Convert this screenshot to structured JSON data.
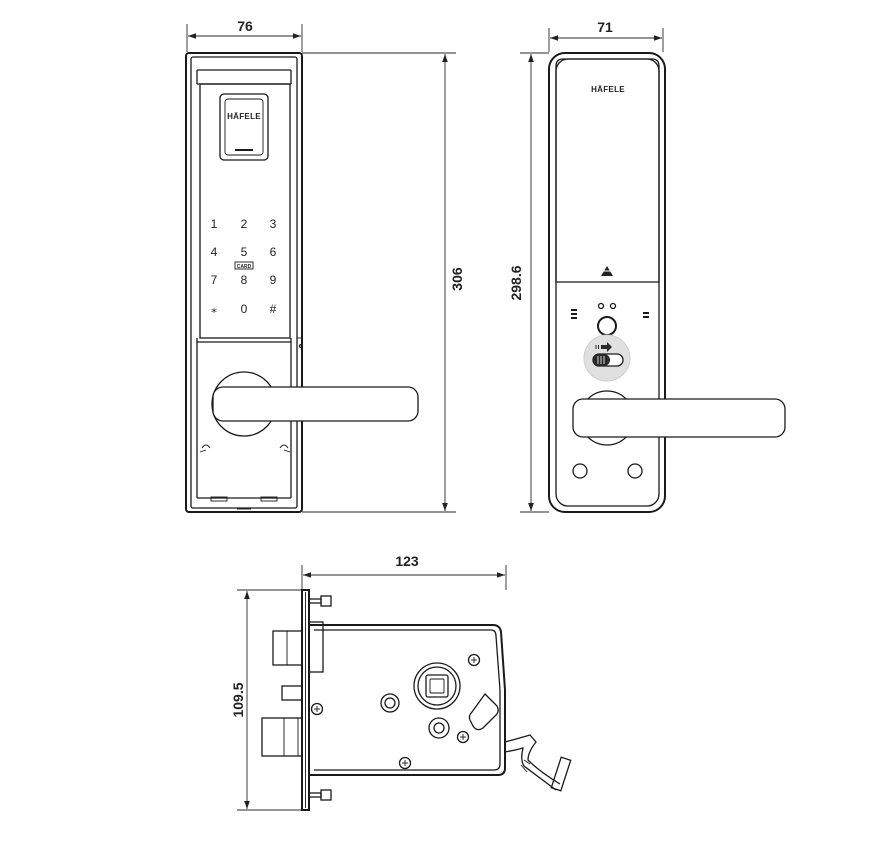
{
  "dimensions": {
    "front_width": "76",
    "back_width": "71",
    "front_height": "306",
    "back_height": "298.6",
    "mortise_width": "123",
    "mortise_height": "109.5"
  },
  "front_panel": {
    "brand": "HÄFELE",
    "keypad": [
      "1",
      "2",
      "3",
      "4",
      "5",
      "6",
      "7",
      "8",
      "9",
      "⁎",
      "0",
      "#"
    ],
    "card_label": "CARD"
  },
  "back_panel": {
    "brand": "HÄFELE"
  }
}
